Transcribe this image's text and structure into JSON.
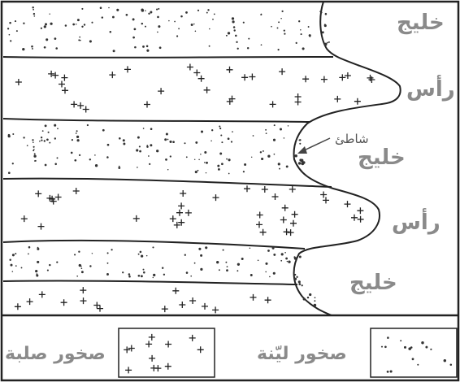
{
  "labels": {
    "bay_top": "خليج",
    "headland_upper": "رأس",
    "beach": "شاطئ",
    "bay_middle": "خليج",
    "headland_lower": "رأس",
    "bay_bottom": "خليج"
  },
  "legend": {
    "hard_rocks": "صخور صلبة",
    "soft_rocks": "صخور ليّنة"
  },
  "colors": {
    "ink": "#222222",
    "label": "#8a8a8a",
    "background": "#ffffff"
  }
}
